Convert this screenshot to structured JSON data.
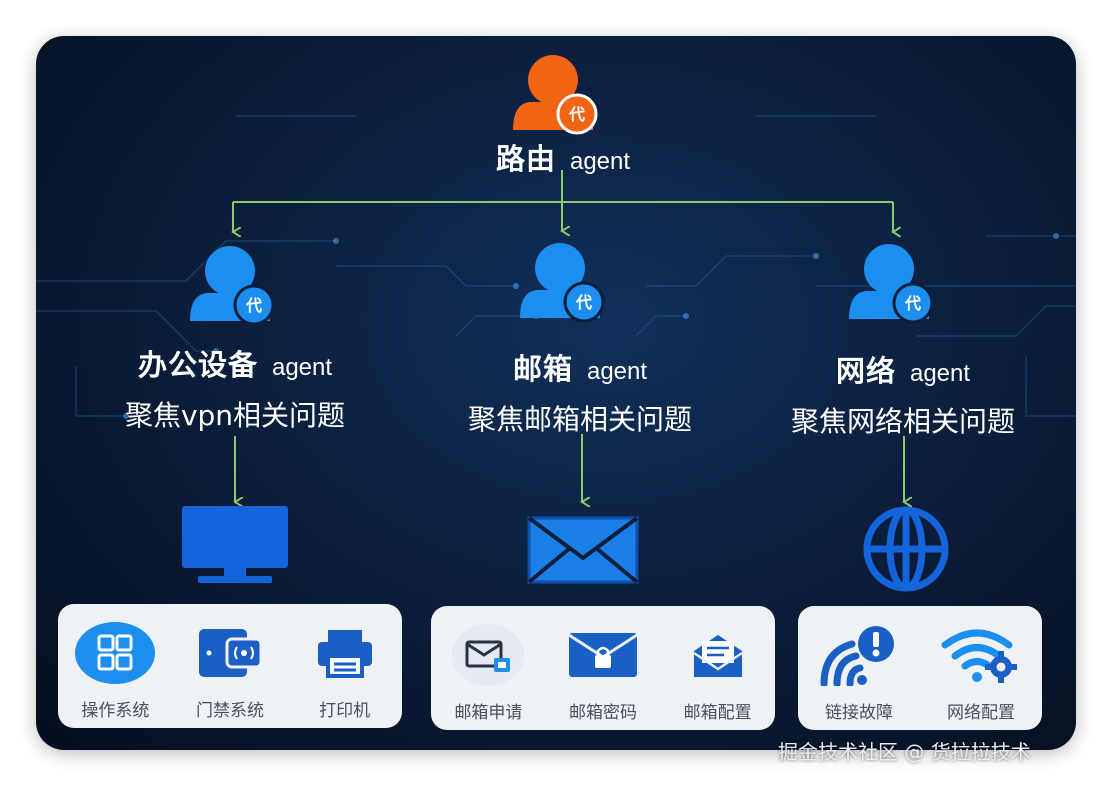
{
  "router": {
    "name": "路由",
    "suffix": "agent"
  },
  "agents": [
    {
      "name": "办公设备",
      "suffix": "agent",
      "focus": "聚焦vpn相关问题"
    },
    {
      "name": "邮箱",
      "suffix": "agent",
      "focus": "聚焦邮箱相关问题"
    },
    {
      "name": "网络",
      "suffix": "agent",
      "focus": "聚焦网络相关问题"
    }
  ],
  "avatar_badge": "代",
  "tools": {
    "office": [
      "操作系统",
      "门禁系统",
      "打印机"
    ],
    "mail": [
      "邮箱申请",
      "邮箱密码",
      "邮箱配置"
    ],
    "network": [
      "链接故障",
      "网络配置"
    ]
  },
  "watermark": "掘金技术社区 @ 货拉拉技术",
  "colors": {
    "router_avatar": "#f06414",
    "agent_avatar": "#1b8ef0",
    "connector": "#8bc96a",
    "icon_blue": "#1464dc"
  }
}
